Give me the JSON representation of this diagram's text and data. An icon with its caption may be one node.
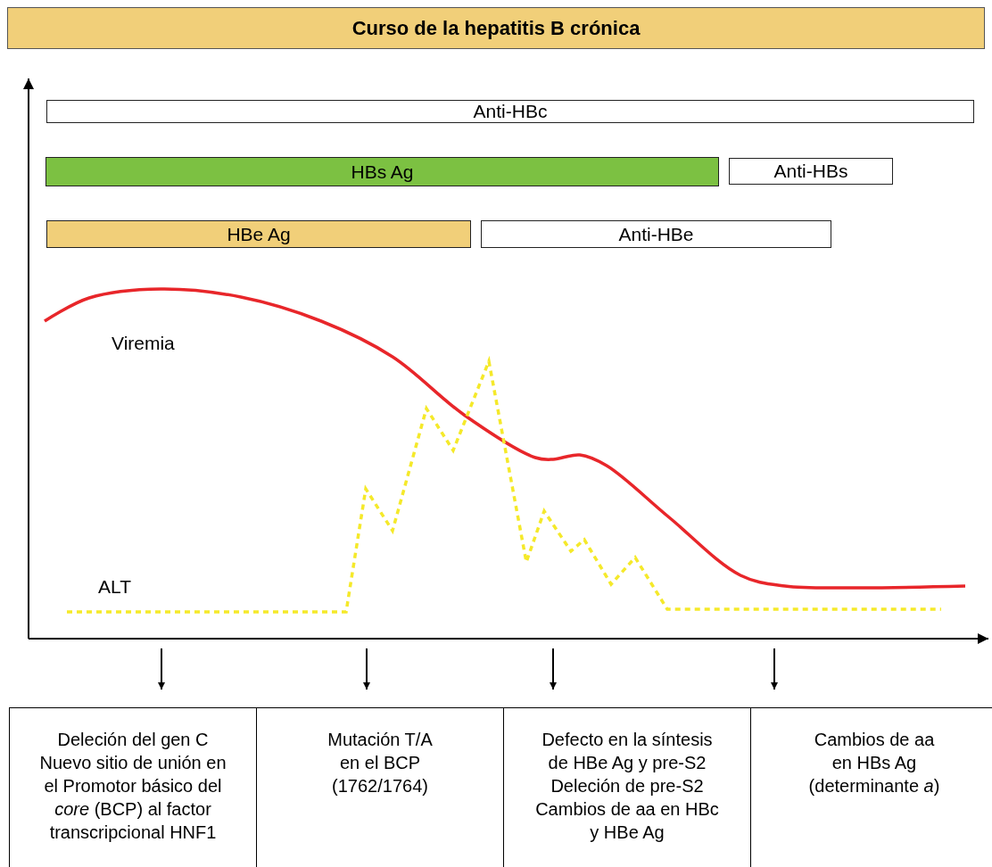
{
  "diagram": {
    "title": "Curso de la hepatitis B crónica",
    "nodes": [
      {
        "text": [
          "Anti-HBc"
        ]
      },
      {
        "text": [
          "HBs Ag"
        ]
      },
      {
        "text": [
          "Anti-HBs"
        ]
      },
      {
        "text": [
          "HBe Ag"
        ]
      },
      {
        "text": [
          "Anti-HBe"
        ]
      },
      {
        "text": [
          "Deleción del gen C",
          "Nuevo sitio de unión en el Promotor básico del *core* (BCP) al factor transcripcional HNF1"
        ]
      },
      {
        "text": [
          "Mutación T/A en el BCP (1762/1764)"
        ]
      },
      {
        "text": [
          "Defecto en la síntesis de HBe Ag y pre-S2",
          "Deleción de pre-S2",
          "Cambios de aa en HBc y HBe Ag"
        ]
      },
      {
        "text": [
          "Cambios de aa en HBs Ag (determinante *a*)"
        ]
      }
    ],
    "edges": [
      {
        "from": null,
        "to": 5,
        "arrow": "to"
      },
      {
        "from": null,
        "to": 6,
        "arrow": "to"
      },
      {
        "from": null,
        "to": 7,
        "arrow": "to"
      },
      {
        "from": null,
        "to": 8,
        "arrow": "to"
      }
    ],
    "labels": [
      "Viremia",
      "ALT"
    ]
  }
}
